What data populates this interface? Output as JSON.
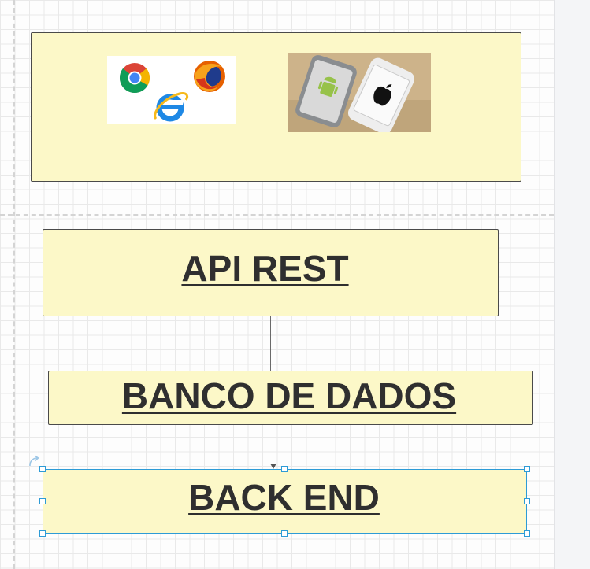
{
  "canvas": {
    "grid_color": "#e9e9e9",
    "block_fill": "#fcf8c8",
    "selection_color": "#2d9bd6"
  },
  "clients": {
    "browsers_image": {
      "icons": [
        "chrome-icon",
        "firefox-icon",
        "internet-explorer-icon"
      ]
    },
    "phones_image": {
      "icons": [
        "android-logo-icon",
        "apple-logo-icon"
      ]
    }
  },
  "blocks": {
    "api": {
      "label": "API REST"
    },
    "database": {
      "label": "BANCO DE DADOS"
    },
    "backend": {
      "label": "BACK END"
    }
  }
}
